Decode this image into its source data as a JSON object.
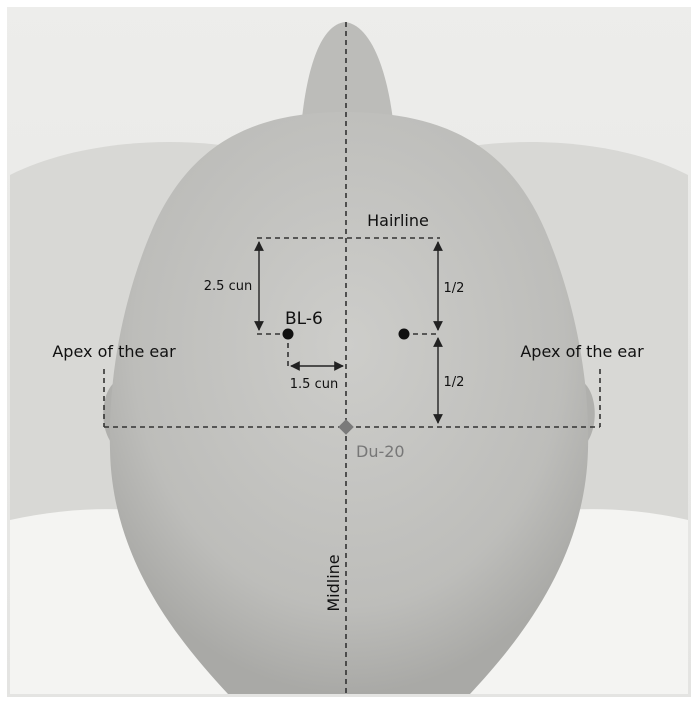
{
  "labels": {
    "hairline": "Hairline",
    "apex_left": "Apex of the ear",
    "apex_right": "Apex of the ear",
    "bl6": "BL-6",
    "du20": "Du-20",
    "midline": "Midline",
    "dist_2_5": "2.5 cun",
    "dist_1_5": "1.5 cun",
    "half_upper": "1/2",
    "half_lower": "1/2"
  },
  "colors": {
    "background": "#e9e9e7",
    "skin": "#c6c6c3",
    "line": "#333333",
    "du20": "#7a7a7a"
  }
}
